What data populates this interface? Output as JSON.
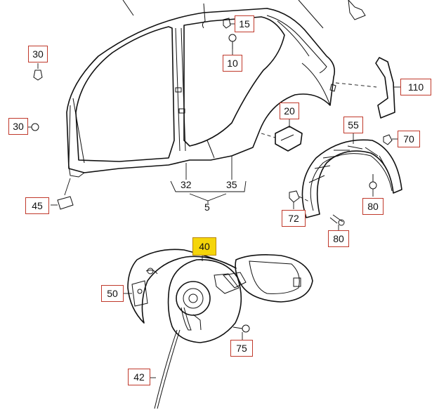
{
  "callouts": {
    "c15": "15",
    "c10": "10",
    "c30a": "30",
    "c30b": "30",
    "c110": "110",
    "c20": "20",
    "c55": "55",
    "c70": "70",
    "c32": "32",
    "c35": "35",
    "c5": "5",
    "c45": "45",
    "c72": "72",
    "c80a": "80",
    "c80b": "80",
    "c40": "40",
    "c50": "50",
    "c75": "75",
    "c42": "42"
  },
  "colors": {
    "callout_border": "#c0392b",
    "highlight": "#f5d50a",
    "line": "#111111"
  }
}
